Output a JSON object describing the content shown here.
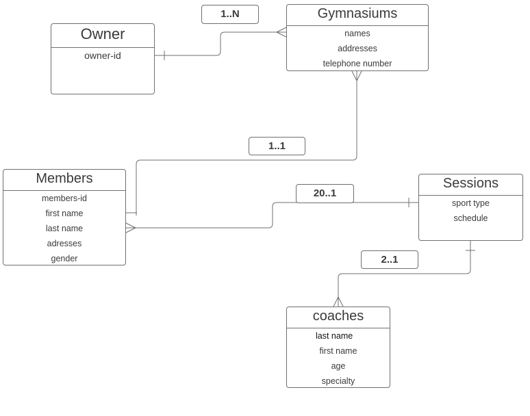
{
  "entities": {
    "owner": {
      "title": "Owner",
      "attributes": [
        "owner-id"
      ]
    },
    "gymnasiums": {
      "title": "Gymnasiums",
      "attributes": [
        "names",
        "addresses",
        "telephone number"
      ]
    },
    "members": {
      "title": "Members",
      "attributes": [
        "members-id",
        "first name",
        "last name",
        "adresses",
        "gender"
      ]
    },
    "sessions": {
      "title": "Sessions",
      "attributes": [
        "sport type",
        "schedule"
      ]
    },
    "coaches": {
      "title": "coaches",
      "attributes": [
        "last name",
        "first name",
        "age",
        "specialty"
      ]
    }
  },
  "relationships": [
    {
      "from": "Owner",
      "to": "Gymnasiums",
      "label": "1..N",
      "from_end": "one",
      "to_end": "many"
    },
    {
      "from": "Gymnasiums",
      "to": "Members",
      "label": "1..1",
      "from_end": "many",
      "to_end": "one"
    },
    {
      "from": "Members",
      "to": "Sessions",
      "label": "20..1",
      "from_end": "many",
      "to_end": "one"
    },
    {
      "from": "Sessions",
      "to": "coaches",
      "label": "2..1",
      "from_end": "one",
      "to_end": "many"
    }
  ],
  "colors": {
    "line": "#6f6f6f",
    "text": "#3a3a3a",
    "background": "#ffffff"
  }
}
